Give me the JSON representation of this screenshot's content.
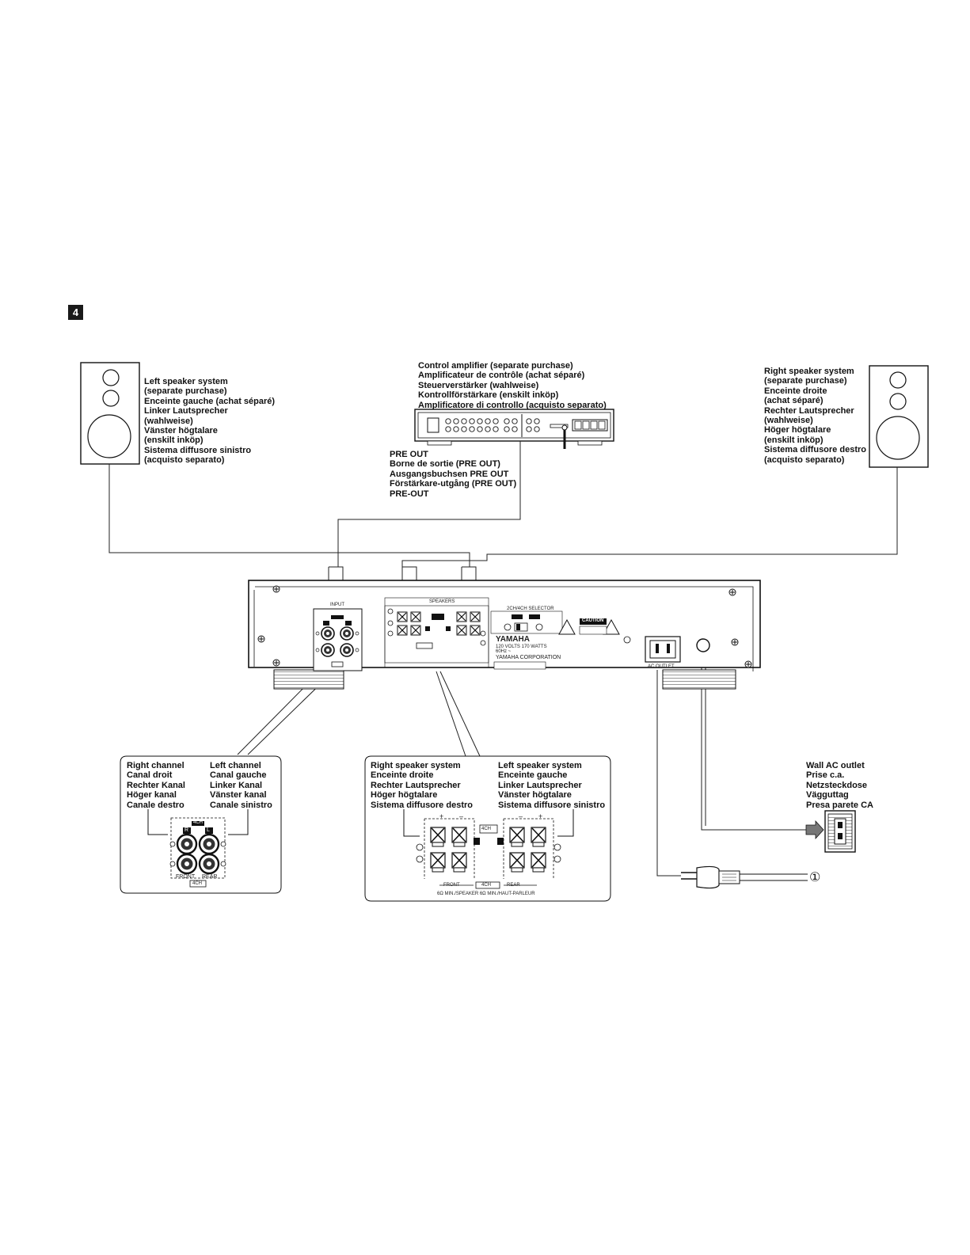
{
  "figure_number": "4",
  "left_speaker": {
    "lines": [
      "Left speaker system",
      "(separate purchase)",
      "Enceinte gauche (achat séparé)",
      "Linker Lautsprecher",
      "(wahlweise)",
      "Vänster högtalare",
      "(enskilt inköp)",
      "Sistema diffusore sinistro",
      "(acquisto separato)"
    ]
  },
  "control_amplifier": {
    "lines": [
      "Control amplifier (separate purchase)",
      "Amplificateur de contrôle (achat séparé)",
      "Steuerverstärker (wahlweise)",
      "Kontrollförstärkare (enskilt inköp)",
      "Amplificatore di controllo (acquisto separato)"
    ]
  },
  "right_speaker": {
    "lines": [
      "Right speaker system",
      "(separate purchase)",
      "Enceinte droite",
      "(achat séparé)",
      "Rechter Lautsprecher",
      "(wahlweise)",
      "Höger högtalare",
      "(enskilt inköp)",
      "Sistema diffusore destro",
      "(acquisto separato)"
    ]
  },
  "pre_out": {
    "lines": [
      "PRE OUT",
      "Borne de sortie (PRE OUT)",
      "Ausgangsbuchsen PRE OUT",
      "Förstärkare-utgång (PRE OUT)",
      "PRE-OUT"
    ]
  },
  "input_detail": {
    "right_lines": [
      "Right channel",
      "Canal droit",
      "Rechter Kanal",
      "Höger kanal",
      "Canale destro"
    ],
    "left_lines": [
      "Left channel",
      "Canal gauche",
      "Linker Kanal",
      "Vänster kanal",
      "Canale sinistro"
    ],
    "r_tag": "R",
    "l_tag": "L",
    "front": "FRONT",
    "rear": "REAR",
    "ch4": "4CH"
  },
  "speaker_detail": {
    "right_lines": [
      "Right speaker system",
      "Enceinte droite",
      "Rechter Lautsprecher",
      "Höger högtalare",
      "Sistema diffusore destro"
    ],
    "left_lines": [
      "Left speaker system",
      "Enceinte gauche",
      "Linker Lautsprecher",
      "Vänster högtalare",
      "Sistema diffusore sinistro"
    ],
    "ch4": "4CH",
    "front": "FRONT",
    "rear": "REAR",
    "impedance": "6Ω MIN./SPEAKER  6Ω MIN./HAUT-PARLEUR",
    "plus": "+",
    "minus": "–"
  },
  "wall_outlet": {
    "lines": [
      "Wall AC outlet",
      "Prise c.a.",
      "Netzsteckdose",
      "Vägguttag",
      "Presa parete CA"
    ]
  },
  "plug_marker": "①",
  "amp_panel": {
    "brand": "YAMAHA",
    "caution": "CAUTION",
    "corporation": "YAMAHA CORPORATION",
    "voltage": "120 VOLTS  170 WATTS",
    "frequency": "60Hz ~",
    "ac_outlet": "AC OUTLET",
    "input": "INPUT",
    "speakers": "SPEAKERS",
    "selector": "2CH/4CH SELECTOR"
  },
  "colors": {
    "line": "#1a1a1a",
    "panel_fill": "#f4f4f4",
    "dark_fill": "#2a2a2a"
  }
}
